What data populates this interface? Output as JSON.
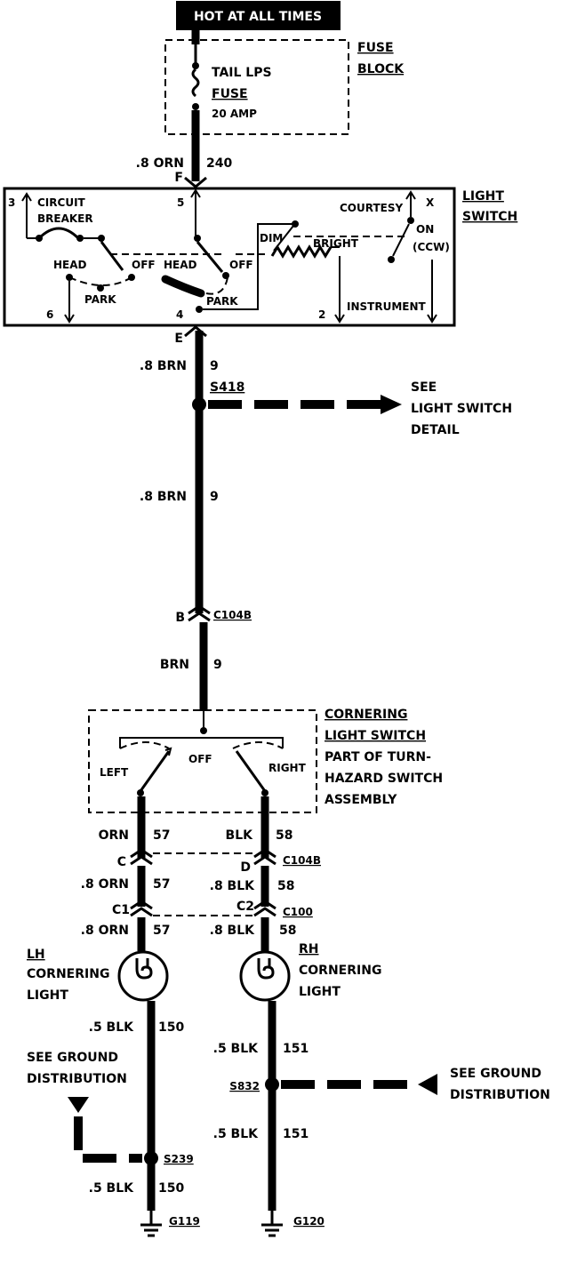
{
  "header": {
    "title": "HOT AT ALL TIMES"
  },
  "fuse_block": {
    "label_line1": "FUSE",
    "label_line2": "BLOCK",
    "fuse_name1": "TAIL LPS",
    "fuse_name2": "FUSE",
    "rating": "20 AMP"
  },
  "wires": {
    "w240": {
      "gauge": ".8 ORN",
      "circuit": "240",
      "term": "F"
    },
    "w9a": {
      "gauge": ".8 BRN",
      "circuit": "9",
      "term": "E"
    },
    "w9b": {
      "gauge": ".8 BRN",
      "circuit": "9"
    },
    "w9c": {
      "gauge": "BRN",
      "circuit": "9"
    },
    "w57a": {
      "gauge": "ORN",
      "circuit": "57"
    },
    "w58a": {
      "gauge": "BLK",
      "circuit": "58"
    },
    "w57b": {
      "gauge": ".8 ORN",
      "circuit": "57"
    },
    "w58b": {
      "gauge": ".8 BLK",
      "circuit": "58"
    },
    "w57c": {
      "gauge": ".8 ORN",
      "circuit": "57"
    },
    "w58c": {
      "gauge": ".8 BLK",
      "circuit": "58"
    },
    "w150a": {
      "gauge": ".5 BLK",
      "circuit": "150"
    },
    "w150b": {
      "gauge": ".5 BLK",
      "circuit": "150"
    },
    "w151a": {
      "gauge": ".5 BLK",
      "circuit": "151"
    },
    "w151b": {
      "gauge": ".5 BLK",
      "circuit": "151"
    }
  },
  "light_switch": {
    "label_line1": "LIGHT",
    "label_line2": "SWITCH",
    "pin3": "3",
    "pin5": "5",
    "pin6": "6",
    "pin4": "4",
    "pin2": "2",
    "pinX": "X",
    "circuit_breaker1": "CIRCUIT",
    "circuit_breaker2": "BREAKER",
    "head_left": "HEAD",
    "off_left": "OFF",
    "park_left": "PARK",
    "head_mid": "HEAD",
    "off_mid": "OFF",
    "park_mid": "PARK",
    "courtesy": "COURTESY",
    "on": "ON",
    "ccw": "(CCW)",
    "dim": "DIM",
    "bright": "BRIGHT",
    "instrument": "INSTRUMENT"
  },
  "splices": {
    "s418": "S418",
    "s832": "S832",
    "s239": "S239"
  },
  "references": {
    "light_switch_detail": [
      "SEE",
      "LIGHT SWITCH",
      "DETAIL"
    ],
    "ground_dist_left": [
      "SEE GROUND",
      "DISTRIBUTION"
    ],
    "ground_dist_right": [
      "SEE GROUND",
      "DISTRIBUTION"
    ]
  },
  "connectors": {
    "c104_top_pin": "B",
    "c104_top": "C104B",
    "c104_left_pin": "C",
    "c104_right_pin": "D",
    "c104_bottom": "C104B",
    "c100_left_pin": "C1",
    "c100_right_pin": "C2",
    "c100": "C100"
  },
  "cornering_switch": {
    "label": [
      "CORNERING",
      "LIGHT SWITCH",
      "PART OF TURN-",
      "HAZARD SWITCH",
      "ASSEMBLY"
    ],
    "left": "LEFT",
    "off": "OFF",
    "right": "RIGHT"
  },
  "lamps": {
    "lh": [
      "LH",
      "CORNERING",
      "LIGHT"
    ],
    "rh": [
      "RH",
      "CORNERING",
      "LIGHT"
    ]
  },
  "grounds": {
    "g119": "G119",
    "g120": "G120"
  }
}
